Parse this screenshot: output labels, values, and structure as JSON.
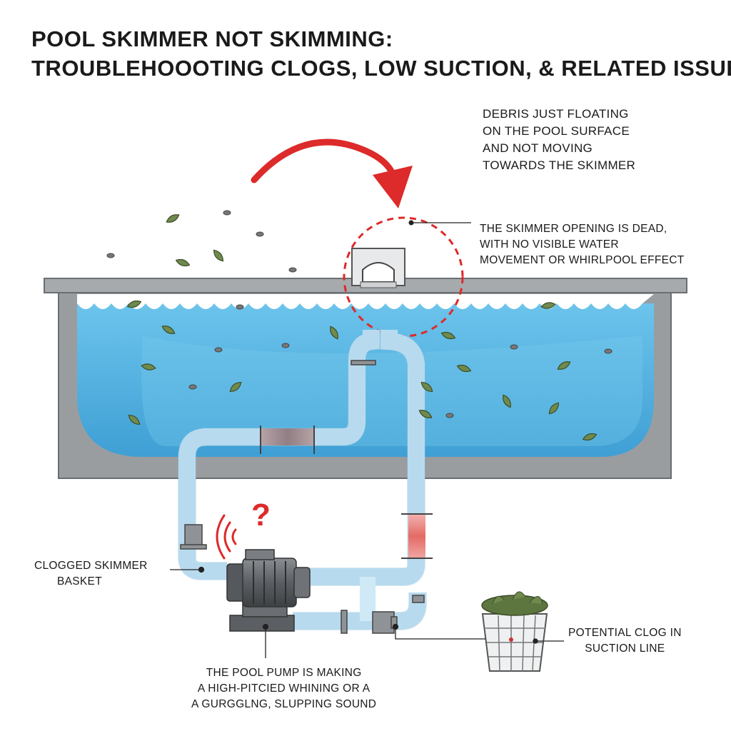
{
  "title": {
    "line1": "POOL SKIMMER NOT SKIMMING:",
    "line2": "TROUBLEHOOOTING CLOGS, LOW SUCTION, & RELATED ISSUES"
  },
  "labels": {
    "debris": [
      "DEBRIS JUST FLOATING",
      "ON THE POOL SURFACE",
      "AND NOT MOVING",
      "TOWARDS THE SKIMMER"
    ],
    "skimmer_opening": [
      "THE SKIMMER OPENING IS DEAD,",
      "WITH NO VISIBLE WATER",
      "MOVEMENT OR WHIRLPOOL EFFECT"
    ],
    "clogged_basket": [
      "CLOGGED SKIMMER",
      "BASKET"
    ],
    "pump_sound": [
      "THE POOL PUMP IS MAKING",
      "A HIGH-PITCIED WHINING OR A",
      "A GURGGLNG, SLUPPING SOUND"
    ],
    "suction_clog": [
      "POTENTIAL CLOG IN",
      "SUCTION LINE"
    ]
  },
  "icons": {
    "sound_mark": "?",
    "arrow": "curved-red-arrow",
    "pump": "pool-pump-icon",
    "basket": "skimmer-basket-icon"
  },
  "colors": {
    "water": "#5cb8e4",
    "water_deep": "#3a9fd6",
    "pool_wall": "#8c8f92",
    "pipe": "#cfe9f7",
    "alert_red": "#dd2a2a",
    "leaf": "#6f8a4c"
  }
}
